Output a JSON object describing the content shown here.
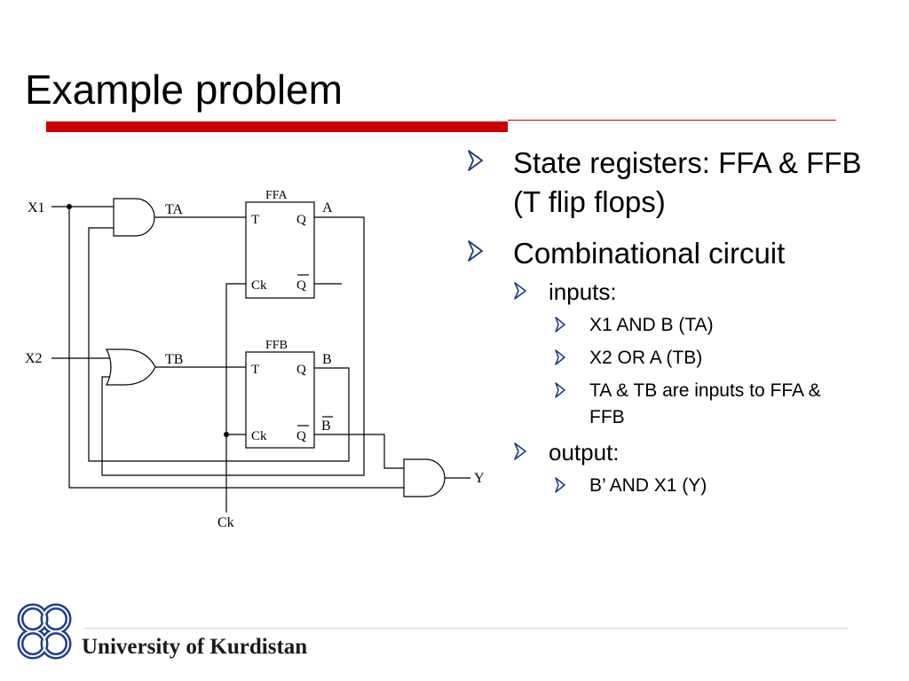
{
  "slide": {
    "title": "Example problem",
    "title_bar_color": "#cc0000"
  },
  "circuit": {
    "labels": {
      "x1": "X1",
      "x2": "X2",
      "ta": "TA",
      "tb": "TB",
      "ffa": "FFA",
      "ffb": "FFB",
      "t": "T",
      "q": "Q",
      "ck": "Ck",
      "qbar": "Q",
      "a": "A",
      "b": "B",
      "bbar": "B",
      "y": "Y",
      "clock": "Ck"
    }
  },
  "bullets": {
    "b1": "State registers: FFA & FFB (T flip flops)",
    "b2": "Combinational circuit",
    "b2_1": "inputs:",
    "b2_1_1": "X1 AND B (TA)",
    "b2_1_2": "X2 OR A (TB)",
    "b2_1_3": "TA & TB are inputs to FFA & FFB",
    "b2_2": "output:",
    "b2_2_1": "B’ AND X1 (Y)"
  },
  "icons": {
    "bullet": "arrow-bullet-icon",
    "logo": "university-logo-icon"
  },
  "footer": {
    "institution": "University of Kurdistan",
    "logo_color": "#1f3f8f"
  }
}
